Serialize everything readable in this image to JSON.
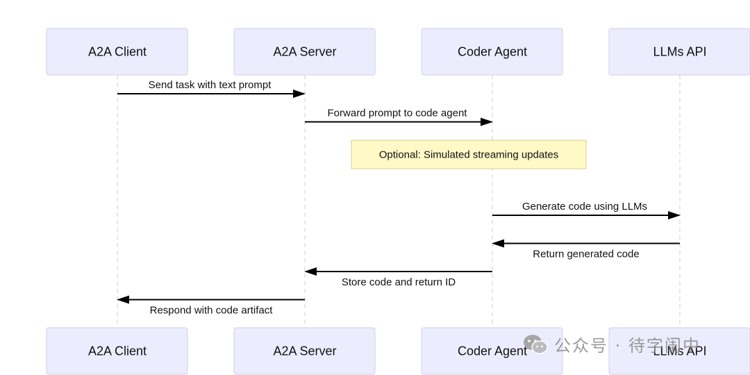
{
  "actors": [
    {
      "id": "client",
      "label": "A2A Client"
    },
    {
      "id": "server",
      "label": "A2A Server"
    },
    {
      "id": "coder",
      "label": "Coder Agent"
    },
    {
      "id": "llm",
      "label": "LLMs API"
    }
  ],
  "messages": [
    {
      "from": "client",
      "to": "server",
      "label": "Send task with text prompt"
    },
    {
      "from": "server",
      "to": "coder",
      "label": "Forward prompt to code agent"
    },
    {
      "from": "coder",
      "to": "llm",
      "label": "Generate code using LLMs"
    },
    {
      "from": "llm",
      "to": "coder",
      "label": "Return generated code"
    },
    {
      "from": "coder",
      "to": "server",
      "label": "Store code and return ID"
    },
    {
      "from": "server",
      "to": "client",
      "label": "Respond with code artifact"
    }
  ],
  "note": {
    "over": [
      "server",
      "coder"
    ],
    "text": "Optional: Simulated streaming updates"
  },
  "watermark": {
    "text": "公众号 · 待字闺中",
    "icon": "wechat-icon"
  },
  "colors": {
    "actor_fill": "#ECECFF",
    "actor_border": "#cfcfe6",
    "note_fill": "#FFF9C7",
    "line": "#000000",
    "lifeline": "#cfcfcf"
  }
}
